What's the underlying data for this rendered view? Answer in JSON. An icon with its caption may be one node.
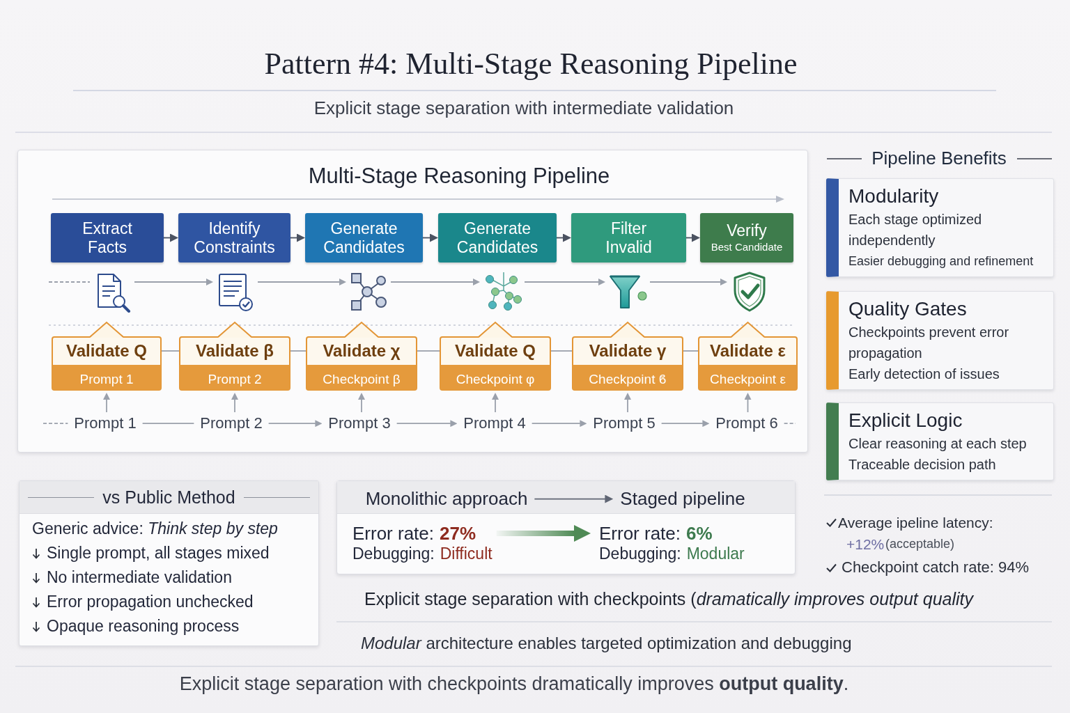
{
  "diagram": {
    "title": "Pattern #4: Multi-Stage Reasoning Pipeline",
    "caption": "Explicit stage separation with checkpoints dramatically improves **output quality**.",
    "nodes": [
      {
        "text": [
          "Multi-Stage Reasoning Pipeline"
        ]
      },
      {
        "text": [
          "Extract Facts"
        ],
        "in": 0
      },
      {
        "text": [
          "Identify Constraints"
        ],
        "in": 0
      },
      {
        "text": [
          "Generate Candidates"
        ],
        "in": 0
      },
      {
        "text": [
          "Generate Candidates"
        ],
        "in": 0
      },
      {
        "text": [
          "Filter Invalid"
        ],
        "in": 0
      },
      {
        "text": [
          "Verify",
          "Best Candidate"
        ],
        "in": 0
      },
      {
        "text": [],
        "shape": "picture",
        "in": 0
      },
      {
        "text": [],
        "shape": "picture",
        "in": 0
      },
      {
        "text": [],
        "shape": "picture",
        "in": 0
      },
      {
        "text": [],
        "shape": "picture",
        "in": 0
      },
      {
        "text": [],
        "shape": "picture",
        "in": 0
      },
      {
        "text": [],
        "shape": "picture",
        "in": 0
      },
      {
        "text": [
          "Validate Q",
          "Prompt 1"
        ],
        "in": 0
      },
      {
        "text": [
          "Validate β",
          "Prompt 2"
        ],
        "in": 0
      },
      {
        "text": [
          "Validate χ",
          "Checkpoint β"
        ],
        "in": 0
      },
      {
        "text": [
          "Validate Q",
          "Checkpoint φ"
        ],
        "in": 0
      },
      {
        "text": [
          "Validate γ",
          "Checkpoint ϐ"
        ],
        "in": 0
      },
      {
        "text": [
          "Validate ε",
          "Checkpoint ε"
        ],
        "in": 0
      },
      {
        "text": [
          "Prompt 1"
        ],
        "in": 0
      },
      {
        "text": [
          "Prompt 2"
        ],
        "in": 0
      },
      {
        "text": [
          "Prompt 3"
        ],
        "in": 0
      },
      {
        "text": [
          "Prompt 4"
        ],
        "in": 0
      },
      {
        "text": [
          "Prompt 5"
        ],
        "in": 0
      },
      {
        "text": [
          "Prompt 6"
        ],
        "in": 0
      },
      {
        "text": [
          "Modularity",
          "Each stage optimized independently",
          "Easier debugging and refinement"
        ]
      },
      {
        "text": [
          "Quality Gates",
          "Checkpoints prevent error propagation",
          "Early detection of issues"
        ]
      },
      {
        "text": [
          "Explicit Logic",
          "Clear reasoning at each step",
          "Traceable decision path"
        ]
      },
      {
        "text": [
          "vs Public Method",
          "Generic advice: *Think step by step*",
          "Single prompt, all stages mixed",
          "No intermediate validation",
          "Error propagation unchecked",
          "Opaque reasoning process"
        ]
      },
      {
        "text": [],
        "shape": "box"
      },
      {
        "text": [
          "Monolithic approach"
        ],
        "in": 29
      },
      {
        "text": [
          "Staged pipeline"
        ],
        "in": 29
      },
      {
        "text": [
          "Error rate:",
          "27%",
          "Debugging:",
          "Difficult"
        ],
        "in": 29
      },
      {
        "text": [
          "Error rate:",
          "6%",
          "Debugging:",
          "Modular"
        ],
        "in": 29
      }
    ],
    "edges": [
      {
        "from": 1,
        "to": 2,
        "arrow": "to",
        "color": "#4b5261"
      },
      {
        "from": 2,
        "to": 3,
        "arrow": "to",
        "color": "#4b5261"
      },
      {
        "from": 3,
        "to": 4,
        "arrow": "to",
        "color": "#4b5261"
      },
      {
        "from": 4,
        "to": 5,
        "arrow": "to",
        "color": "#4b5261"
      },
      {
        "from": 5,
        "to": 6,
        "arrow": "to",
        "color": "#4b5261"
      },
      {
        "from": null,
        "to": 7,
        "arrow": "none",
        "style": "dashed"
      },
      {
        "from": 7,
        "to": 8,
        "arrow": "to"
      },
      {
        "from": 8,
        "to": 9,
        "arrow": "to"
      },
      {
        "from": 9,
        "to": 10,
        "arrow": "to"
      },
      {
        "from": 10,
        "to": 11,
        "arrow": "to"
      },
      {
        "from": 11,
        "to": 12,
        "arrow": "to"
      },
      {
        "from": 13,
        "to": 14,
        "arrow": "none"
      },
      {
        "from": 14,
        "to": 15,
        "arrow": "none"
      },
      {
        "from": 15,
        "to": 16,
        "arrow": "none"
      },
      {
        "from": 16,
        "to": 17,
        "arrow": "none"
      },
      {
        "from": 17,
        "to": 18,
        "arrow": "none"
      },
      {
        "from": 19,
        "to": 13,
        "arrow": "to"
      },
      {
        "from": 20,
        "to": 14,
        "arrow": "to"
      },
      {
        "from": 21,
        "to": 15,
        "arrow": "to"
      },
      {
        "from": 22,
        "to": 16,
        "arrow": "to"
      },
      {
        "from": 23,
        "to": 17,
        "arrow": "to"
      },
      {
        "from": 24,
        "to": 18,
        "arrow": "to"
      },
      {
        "from": null,
        "to": 19,
        "arrow": "none",
        "style": "dashed"
      },
      {
        "from": 19,
        "to": 20,
        "arrow": "none"
      },
      {
        "from": 20,
        "to": 21,
        "arrow": "to"
      },
      {
        "from": 21,
        "to": 22,
        "arrow": "to"
      },
      {
        "from": 22,
        "to": 23,
        "arrow": "to"
      },
      {
        "from": 23,
        "to": 24,
        "arrow": "to"
      },
      {
        "from": 24,
        "to": null,
        "arrow": "none",
        "style": "dashed"
      },
      {
        "from": 30,
        "to": 31,
        "arrow": "to",
        "color": "#5f6573"
      },
      {
        "from": 32,
        "to": 33,
        "arrow": "to",
        "style": "thick",
        "color": "#4f8a55"
      }
    ],
    "labels": [
      "Explicit stage separation with intermediate validation",
      "Pipeline Benefits",
      "Average ipeline latency:",
      "+12%",
      "(acceptable)",
      "Checkpoint catch rate: 94%",
      "Explicit stage separation with checkpoints (*dramatically improves output quality*",
      "*Modular* architecture enables targeted optimization and debugging"
    ]
  }
}
